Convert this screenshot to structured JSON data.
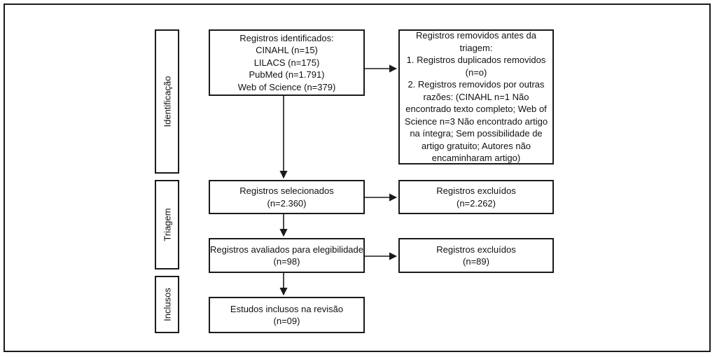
{
  "phases": {
    "identificacao": "Identificação",
    "triagem": "Triagem",
    "inclusos": "Inclusos"
  },
  "boxes": {
    "identified": {
      "title": "Registros identificados:",
      "lines": [
        "CINAHL (n=15)",
        "LILACS (n=175)",
        "PubMed (n=1.791)",
        "Web of Science (n=379)"
      ]
    },
    "removed_before": {
      "lines": [
        "Registros removidos antes da",
        "triagem:",
        "1. Registros duplicados removidos",
        "(n=o)",
        "2. Registros removidos por outras",
        "razões: (CINAHL n=1 Não",
        "encontrado texto completo; Web of",
        "Science n=3 Não encontrado artigo",
        "na íntegra; Sem possibilidade de",
        "artigo gratuito; Autores não",
        "encaminharam artigo)"
      ]
    },
    "selected": {
      "title": "Registros selecionados",
      "count": "(n=2.360)"
    },
    "excluded_1": {
      "title": "Registros excluídos",
      "count": "(n=2.262)"
    },
    "eligibility": {
      "title": "Registros avaliados para elegibilidade",
      "count": "(n=98)"
    },
    "excluded_2": {
      "title": "Registros excluídos",
      "count": "(n=89)"
    },
    "included": {
      "title": "Estudos inclusos na revisão",
      "count": "(n=09)"
    }
  }
}
